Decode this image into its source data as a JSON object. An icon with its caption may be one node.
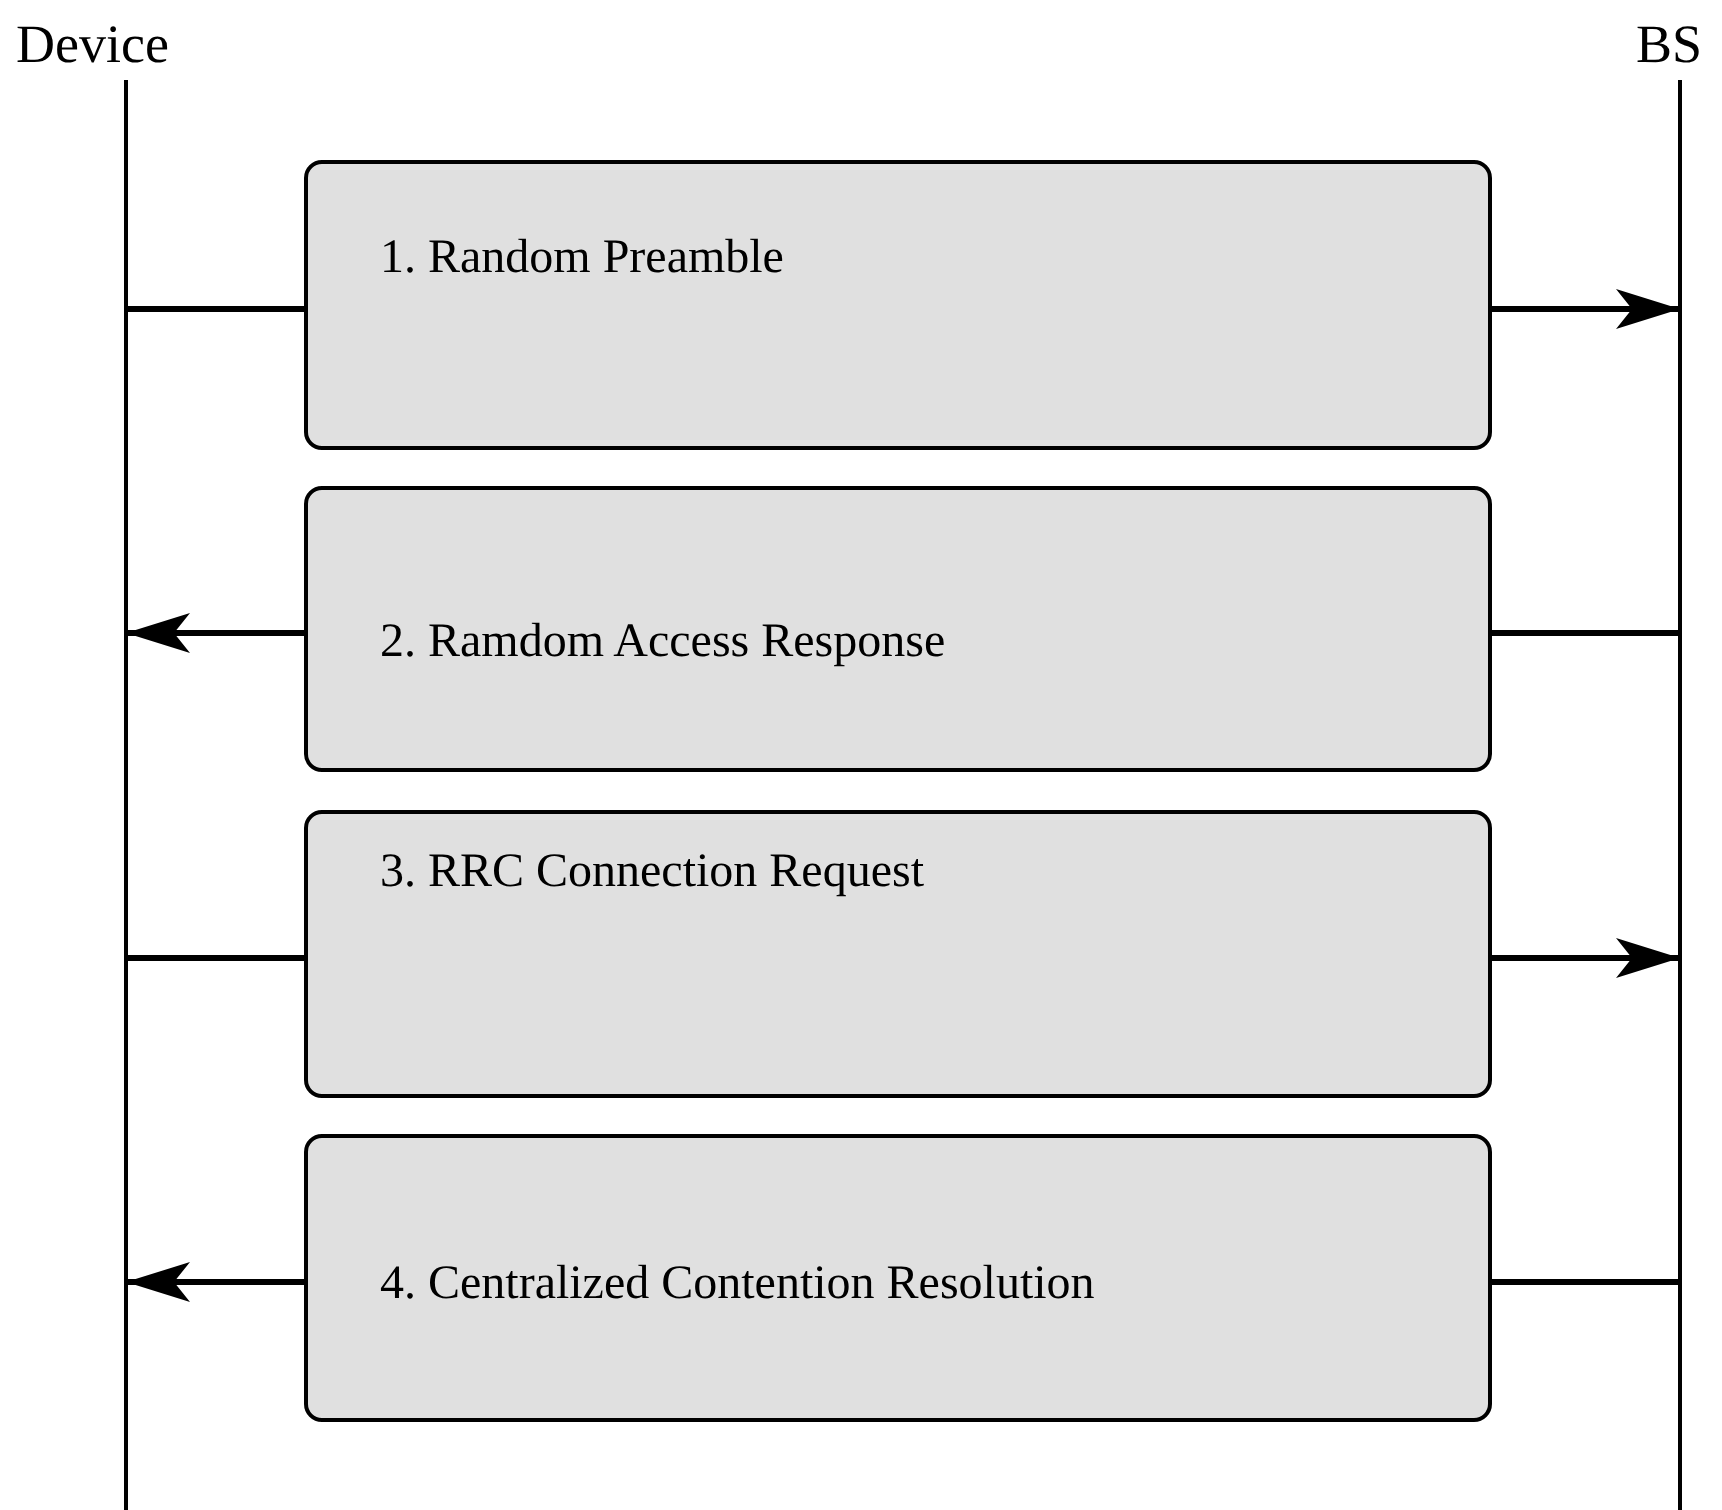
{
  "diagram": {
    "nodes": [
      {
        "text": [
          "Device"
        ]
      },
      {
        "text": [
          "BS"
        ]
      },
      {
        "text": [
          "1. Random Preamble"
        ]
      },
      {
        "text": [
          "2. Ramdom Access Response"
        ]
      },
      {
        "text": [
          "3. RRC Connection Request"
        ]
      },
      {
        "text": [
          "4. Centralized Contention Resolution"
        ]
      }
    ],
    "edges": [
      {
        "from": 0,
        "to": 2,
        "arrow": "none"
      },
      {
        "from": 2,
        "to": 1,
        "arrow": "to"
      },
      {
        "from": 1,
        "to": 3,
        "arrow": "none"
      },
      {
        "from": 3,
        "to": 0,
        "arrow": "to"
      },
      {
        "from": 0,
        "to": 4,
        "arrow": "none"
      },
      {
        "from": 4,
        "to": 1,
        "arrow": "to"
      },
      {
        "from": 1,
        "to": 5,
        "arrow": "none"
      },
      {
        "from": 5,
        "to": 0,
        "arrow": "to"
      }
    ]
  }
}
